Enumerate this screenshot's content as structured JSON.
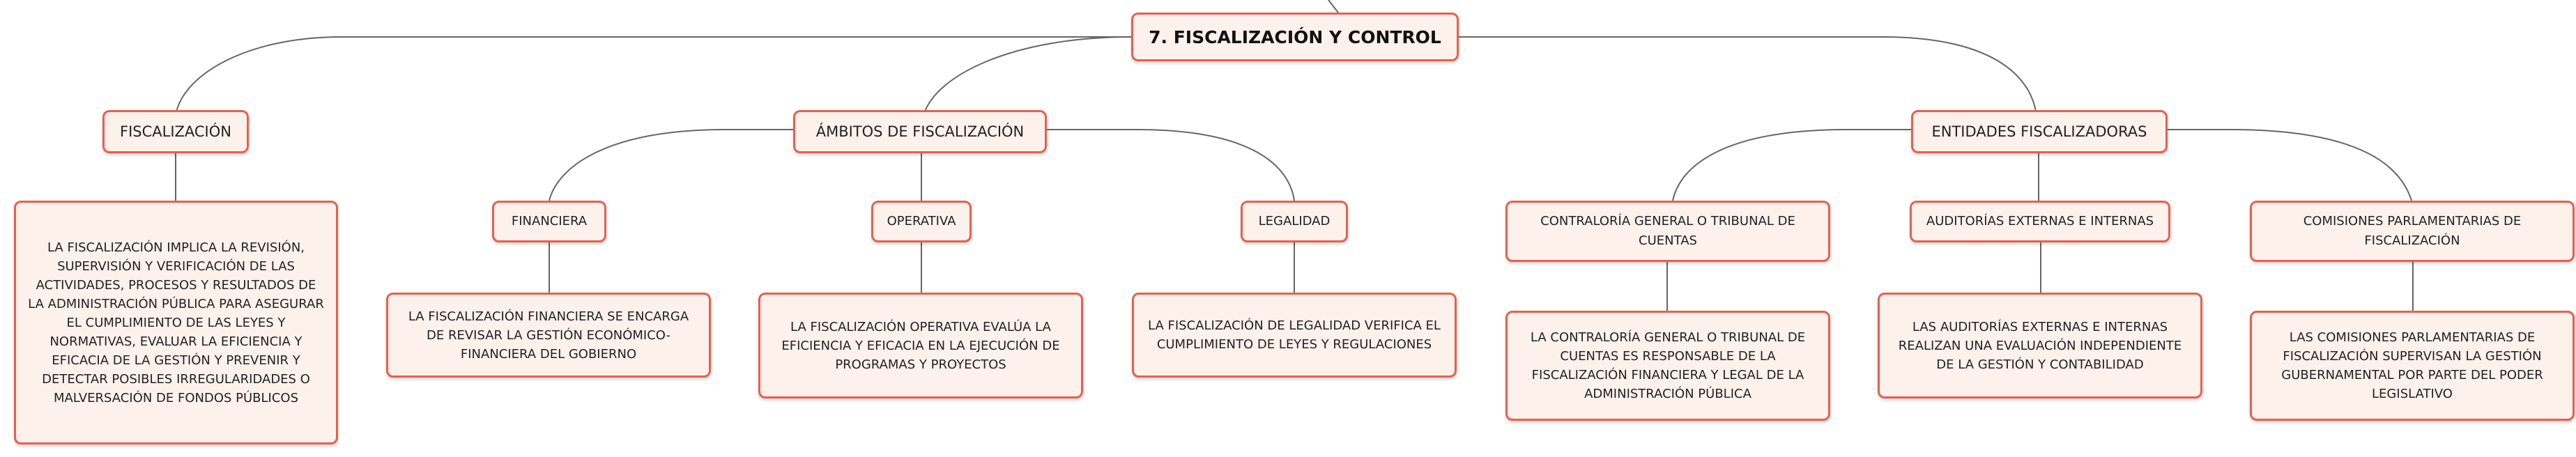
{
  "colors": {
    "node_border": "#e8604c",
    "node_fill": "#fdf1ec",
    "connector": "#666666"
  },
  "root": {
    "label": "7. FISCALIZACIÓN Y CONTROL"
  },
  "fiscalizacion": {
    "label": "FISCALIZACIÓN",
    "description": "LA FISCALIZACIÓN IMPLICA LA REVISIÓN, SUPERVISIÓN Y VERIFICACIÓN DE LAS ACTIVIDADES, PROCESOS Y RESULTADOS DE LA ADMINISTRACIÓN PÚBLICA PARA ASEGURAR EL CUMPLIMIENTO DE LAS LEYES Y NORMATIVAS, EVALUAR LA EFICIENCIA Y EFICACIA DE LA GESTIÓN Y PREVENIR Y DETECTAR POSIBLES IRREGULARIDADES O MALVERSACIÓN DE FONDOS PÚBLICOS"
  },
  "ambitos": {
    "label": "ÁMBITOS DE FISCALIZACIÓN",
    "financiera": {
      "label": "FINANCIERA",
      "description": "LA FISCALIZACIÓN FINANCIERA SE ENCARGA DE REVISAR LA GESTIÓN ECONÓMICO-FINANCIERA DEL GOBIERNO"
    },
    "operativa": {
      "label": "OPERATIVA",
      "description": "LA FISCALIZACIÓN OPERATIVA EVALÚA LA EFICIENCIA Y EFICACIA EN LA EJECUCIÓN DE PROGRAMAS Y PROYECTOS"
    },
    "legalidad": {
      "label": "LEGALIDAD",
      "description": "LA FISCALIZACIÓN DE LEGALIDAD VERIFICA EL CUMPLIMIENTO DE LEYES Y REGULACIONES"
    }
  },
  "entidades": {
    "label": "ENTIDADES FISCALIZADORAS",
    "contraloria": {
      "label": "CONTRALORÍA GENERAL O TRIBUNAL DE CUENTAS",
      "description": "LA CONTRALORÍA GENERAL O TRIBUNAL DE CUENTAS ES RESPONSABLE DE LA FISCALIZACIÓN FINANCIERA Y LEGAL DE LA ADMINISTRACIÓN PÚBLICA"
    },
    "auditorias": {
      "label": "AUDITORÍAS EXTERNAS E INTERNAS",
      "description": "LAS AUDITORÍAS EXTERNAS E INTERNAS REALIZAN UNA EVALUACIÓN INDEPENDIENTE DE LA GESTIÓN Y CONTABILIDAD"
    },
    "comisiones": {
      "label": "COMISIONES PARLAMENTARIAS DE FISCALIZACIÓN",
      "description": "LAS COMISIONES PARLAMENTARIAS DE FISCALIZACIÓN SUPERVISAN LA GESTIÓN GUBERNAMENTAL POR PARTE DEL PODER LEGISLATIVO"
    }
  }
}
